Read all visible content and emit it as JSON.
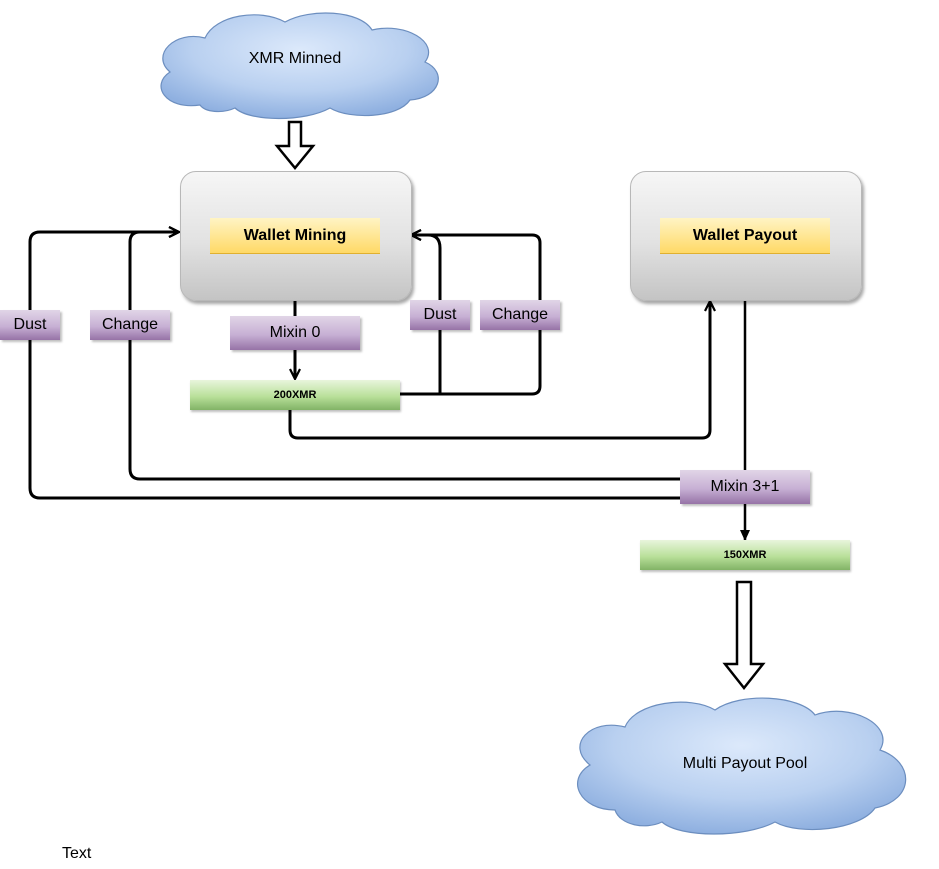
{
  "nodes": {
    "source_cloud": "XMR Minned",
    "wallet_mining": "Wallet Mining",
    "wallet_payout": "Wallet Payout",
    "dest_cloud": "Multi Payout Pool",
    "amount_mining": "200XMR",
    "amount_payout": "150XMR"
  },
  "edge_labels": {
    "dust_left": "Dust",
    "change_left": "Change",
    "mixin_mining": "Mixin 0",
    "dust_right": "Dust",
    "change_right": "Change",
    "mixin_payout": "Mixin 3+1"
  },
  "free_text": "Text",
  "colors": {
    "cloud_fill": "#a9c4eb",
    "cloud_stroke": "#6c8ebf",
    "wallet_tag": "#ffd966",
    "purple_tag": "#9673a6",
    "green_tag": "#82b366",
    "arrow": "#000000"
  }
}
